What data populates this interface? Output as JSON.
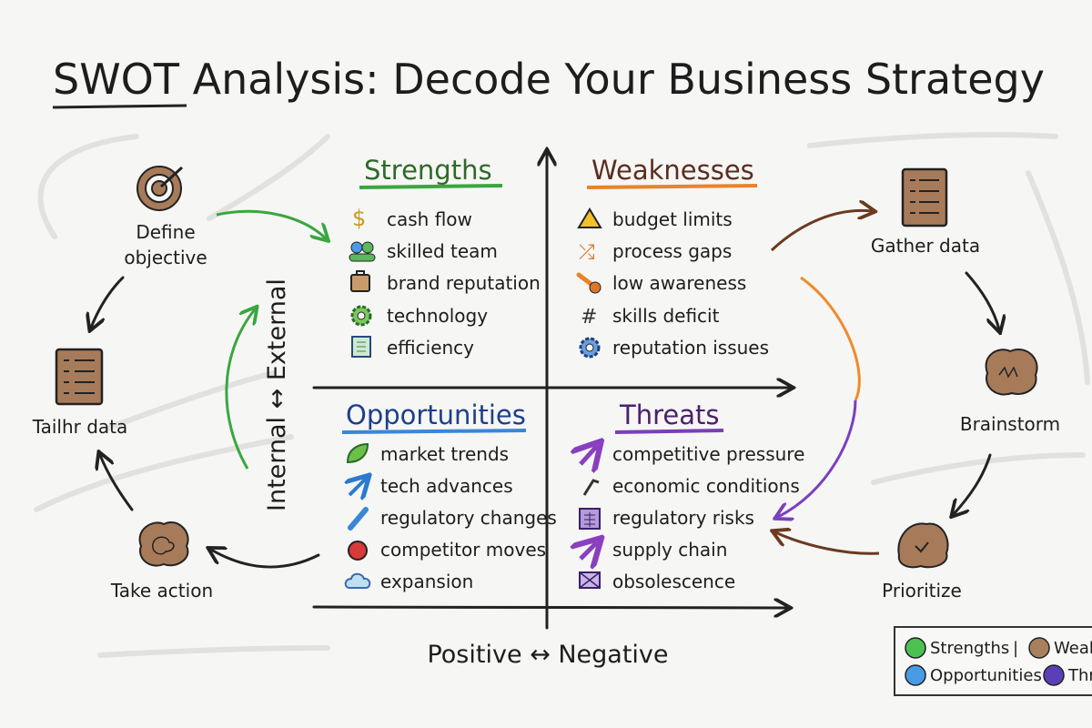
{
  "title": "SWOT Analysis: Decode Your Business Strategy",
  "colors": {
    "strengths": "#3aa640",
    "weaknesses": "#e9832a",
    "opportunities": "#3a86d8",
    "threats": "#7a3fb8",
    "brown": "#9a6b4c",
    "ink": "#222222"
  },
  "quadrants": {
    "strengths": {
      "title": "Strengths",
      "items": [
        {
          "icon": "dollar-icon",
          "label": "cash flow"
        },
        {
          "icon": "team-icon",
          "label": "skilled team"
        },
        {
          "icon": "briefcase-icon",
          "label": "brand reputation"
        },
        {
          "icon": "gear-icon",
          "label": "technology"
        },
        {
          "icon": "notebook-icon",
          "label": "efficiency"
        }
      ]
    },
    "weaknesses": {
      "title": "Weaknesses",
      "items": [
        {
          "icon": "warning-icon",
          "label": "budget limits"
        },
        {
          "icon": "shuffle-icon",
          "label": "process gaps"
        },
        {
          "icon": "megaphone-icon",
          "label": "low awareness"
        },
        {
          "icon": "hash-icon",
          "label": "skills deficit"
        },
        {
          "icon": "gear-icon",
          "label": "reputation issues"
        }
      ]
    },
    "opportunities": {
      "title": "Opportunities",
      "items": [
        {
          "icon": "leaf-icon",
          "label": "market trends"
        },
        {
          "icon": "arrow-up-icon",
          "label": "tech advances"
        },
        {
          "icon": "pen-icon",
          "label": "regulatory changes"
        },
        {
          "icon": "chess-piece-icon",
          "label": "competitor moves"
        },
        {
          "icon": "cloud-icon",
          "label": "expansion"
        }
      ]
    },
    "threats": {
      "title": "Threats",
      "items": [
        {
          "icon": "arrow-up-icon",
          "label": "competitive pressure"
        },
        {
          "icon": "hook-icon",
          "label": "economic conditions"
        },
        {
          "icon": "calculator-icon",
          "label": "regulatory risks"
        },
        {
          "icon": "arrow-up-icon",
          "label": "supply chain"
        },
        {
          "icon": "envelope-icon",
          "label": "obsolescence"
        }
      ]
    }
  },
  "axes": {
    "vertical": "Internal ↔ External",
    "horizontal": "Positive ↔ Negative"
  },
  "left_cycle": [
    {
      "icon": "target-icon",
      "label_line1": "Define",
      "label_line2": "objective"
    },
    {
      "icon": "checklist-icon",
      "label": "Tailhr data"
    },
    {
      "icon": "brain-icon",
      "label": "Take action"
    }
  ],
  "right_cycle": [
    {
      "icon": "checklist-icon",
      "label": "Gather data"
    },
    {
      "icon": "brain-icon",
      "label": "Brainstorm"
    },
    {
      "icon": "rock-icon",
      "label": "Prioritize"
    }
  ],
  "legend": [
    {
      "label": "Strengths",
      "color": "#4cc052"
    },
    {
      "label": "Weak",
      "color": "#a9805e"
    },
    {
      "label": "Opportunities",
      "color": "#4a9be6"
    },
    {
      "label": "Thr",
      "color": "#5a3fb8"
    }
  ],
  "legend_separator": "|"
}
